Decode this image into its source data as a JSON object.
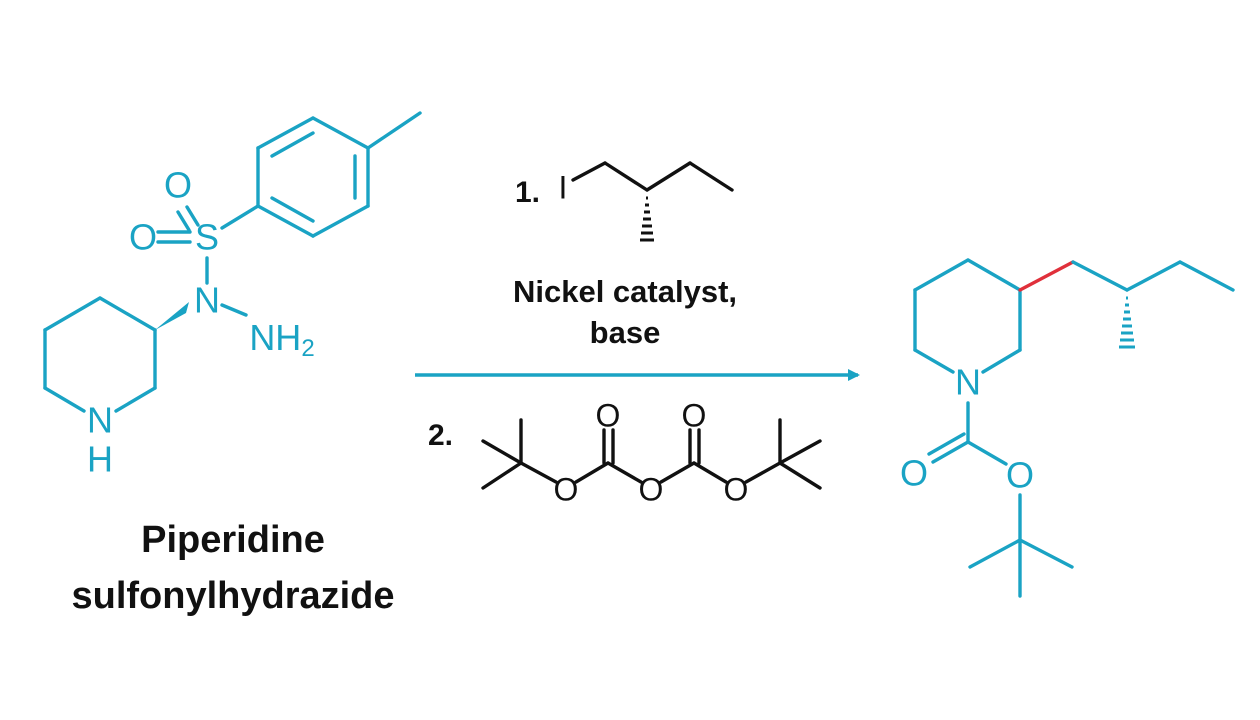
{
  "colors": {
    "reactant": "#1aa3c4",
    "product": "#1aa3c4",
    "reagent": "#111111",
    "new_bond": "#e0303b",
    "arrow": "#1aa3c4"
  },
  "reactant": {
    "name_line1": "Piperidine",
    "name_line2": "sulfonylhydrazide",
    "atoms": {
      "o_top": "O",
      "o_left": "O",
      "s": "S",
      "n_hydrazide": "N",
      "nh2_base": "NH",
      "nh2_sub": "2",
      "n_ring": "N",
      "h_ring": "H"
    }
  },
  "reagents": {
    "step1": "1.",
    "step1_atom": "I",
    "conditions_line1": "Nickel catalyst,",
    "conditions_line2": "base",
    "step2": "2.",
    "boc2o_atoms": {
      "o1": "O",
      "o2": "O",
      "o3": "O",
      "o4": "O",
      "o5": "O"
    }
  },
  "product": {
    "atoms": {
      "n_ring": "N",
      "o_carbonyl": "O",
      "o_ester": "O"
    }
  }
}
